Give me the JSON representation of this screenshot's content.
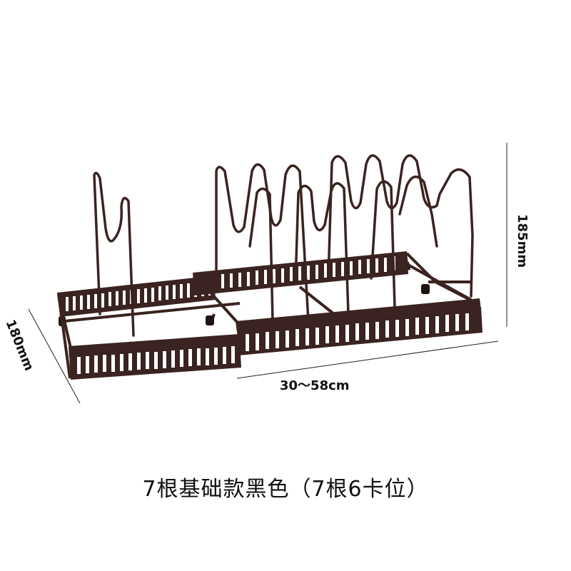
{
  "dimensions": {
    "width": "30～58cm",
    "depth": "180mm",
    "height": "185mm"
  },
  "caption": "7根基础款黑色（7根6卡位）",
  "colors": {
    "metal": "#3a2320",
    "dimension_line": "#222222",
    "background": "#ffffff"
  }
}
